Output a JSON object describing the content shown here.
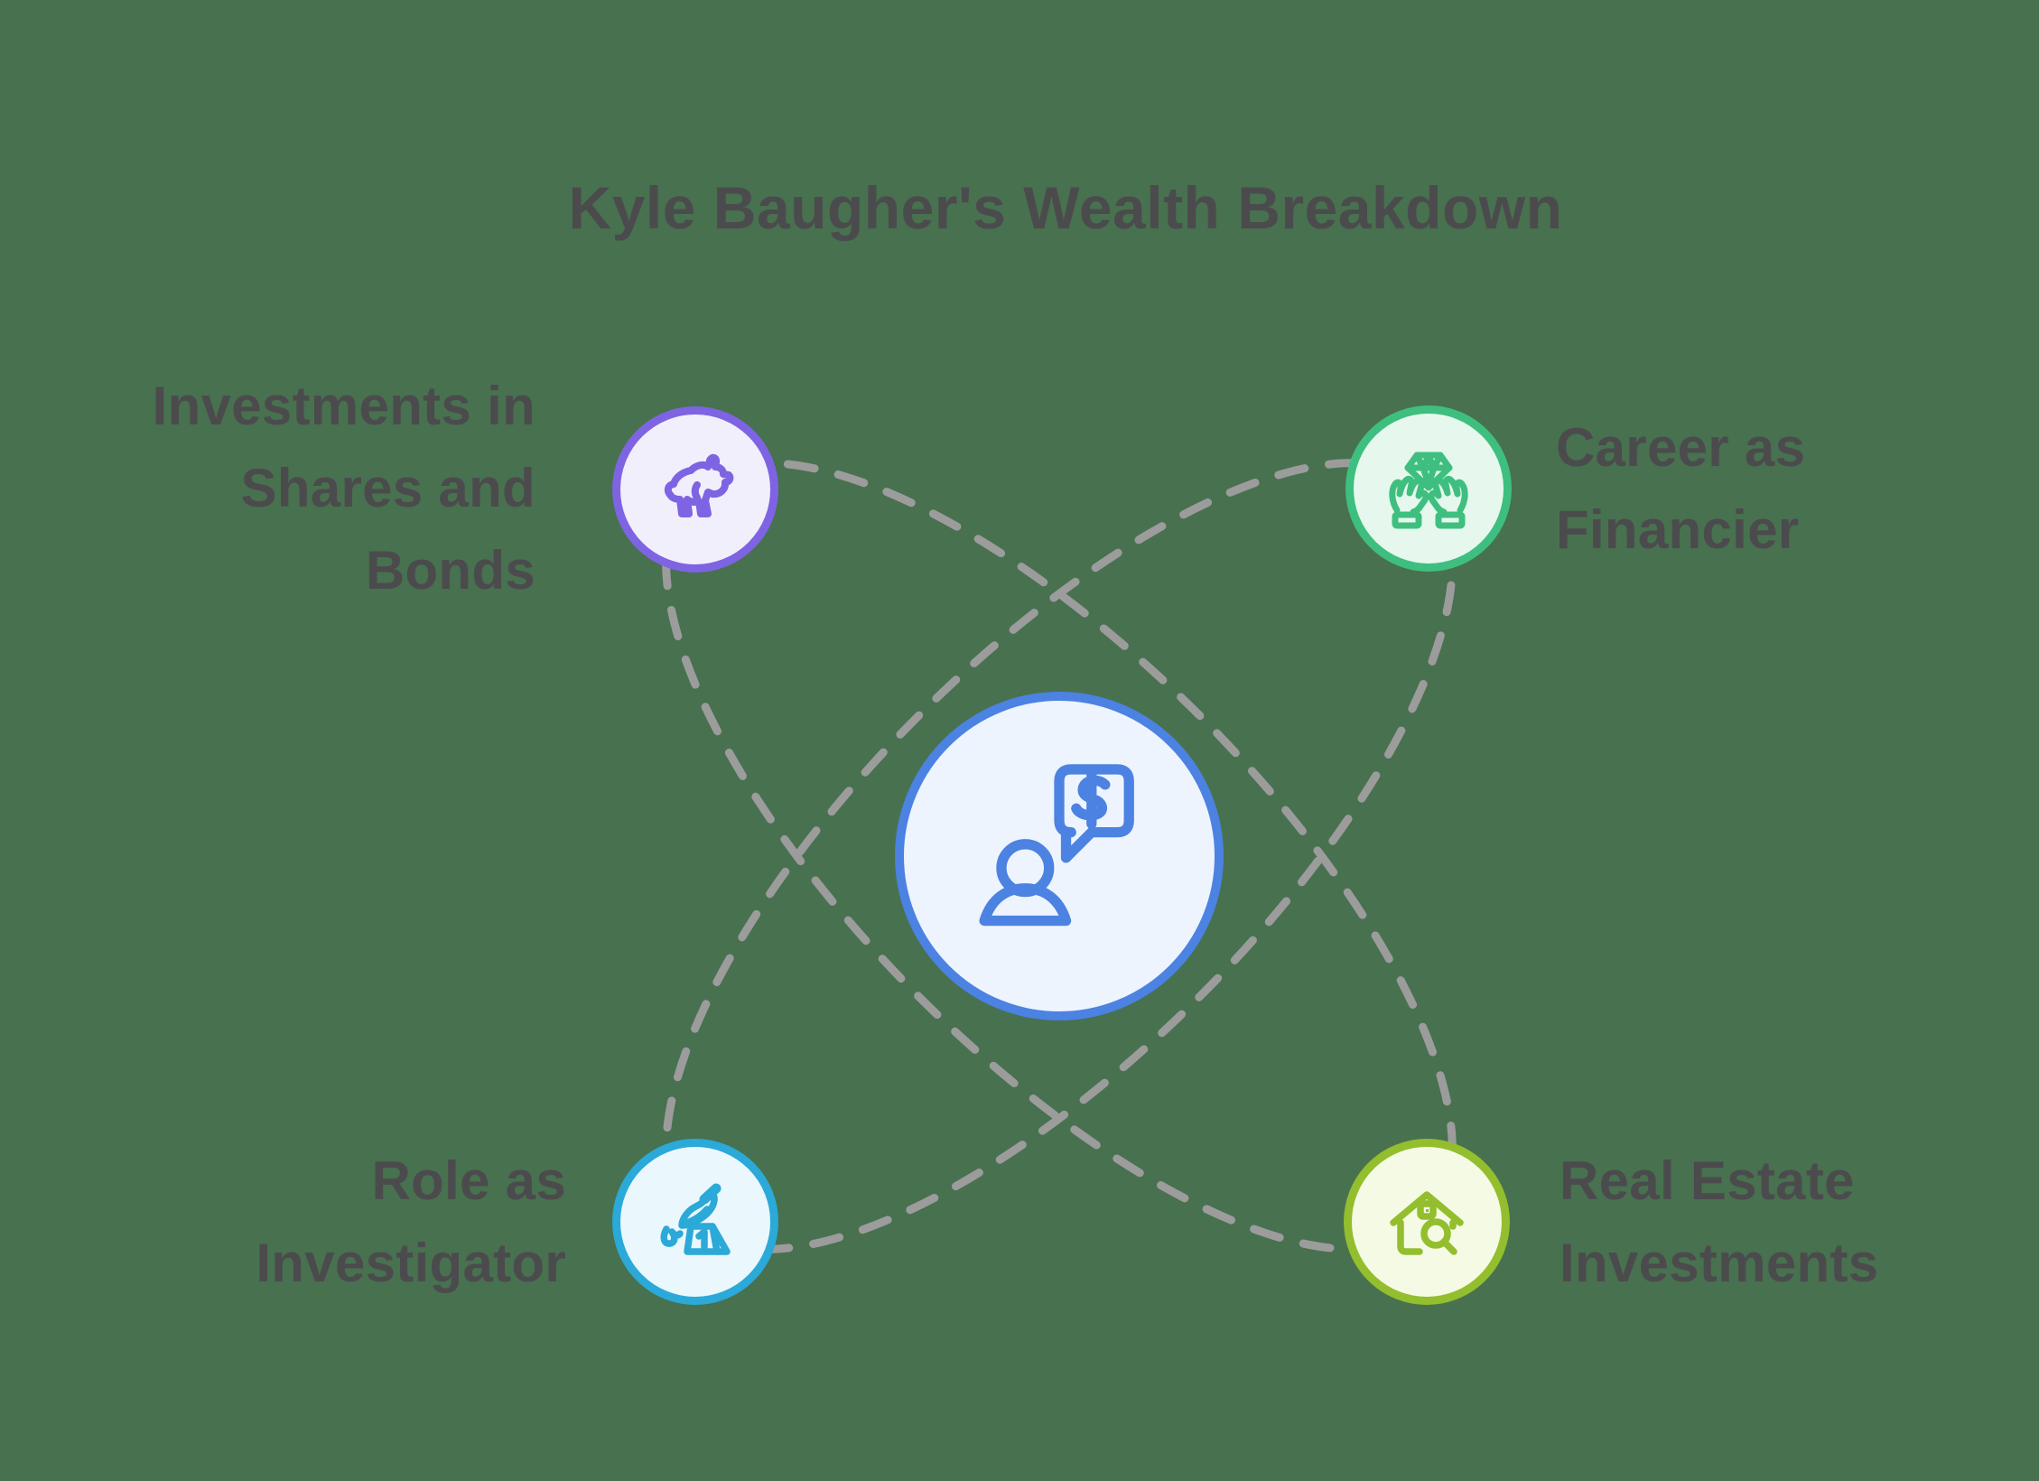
{
  "background_color": "#48714f",
  "title": {
    "text": "Kyle Baugher's Wealth Breakdown",
    "color": "#4b4b4d"
  },
  "connectors": {
    "type": "two dashed ellipses rotated +45 and -45 degrees through the satellite nodes",
    "color": "#9c9c9c"
  },
  "center_node": {
    "icon": "person-dollar-chat-icon",
    "accent": "#4c82e2",
    "fill": "#eef4fe"
  },
  "nodes": [
    {
      "position": "top-left",
      "label": "Investments in\nShares and\nBonds",
      "icon": "bull-icon",
      "accent": "#7e64e2",
      "fill": "#f2effc"
    },
    {
      "position": "top-right",
      "label": "Career as\nFinancier",
      "icon": "hands-diamond-icon",
      "accent": "#3fbf7f",
      "fill": "#e6f8ee"
    },
    {
      "position": "bottom-left",
      "label": "Role as\nInvestigator",
      "icon": "knife-evidence-marker-icon",
      "accent": "#2ba9d8",
      "fill": "#eaf7fd"
    },
    {
      "position": "bottom-right",
      "label": "Real Estate\nInvestments",
      "icon": "house-magnifier-icon",
      "accent": "#93be2e",
      "fill": "#f5fae5"
    }
  ]
}
